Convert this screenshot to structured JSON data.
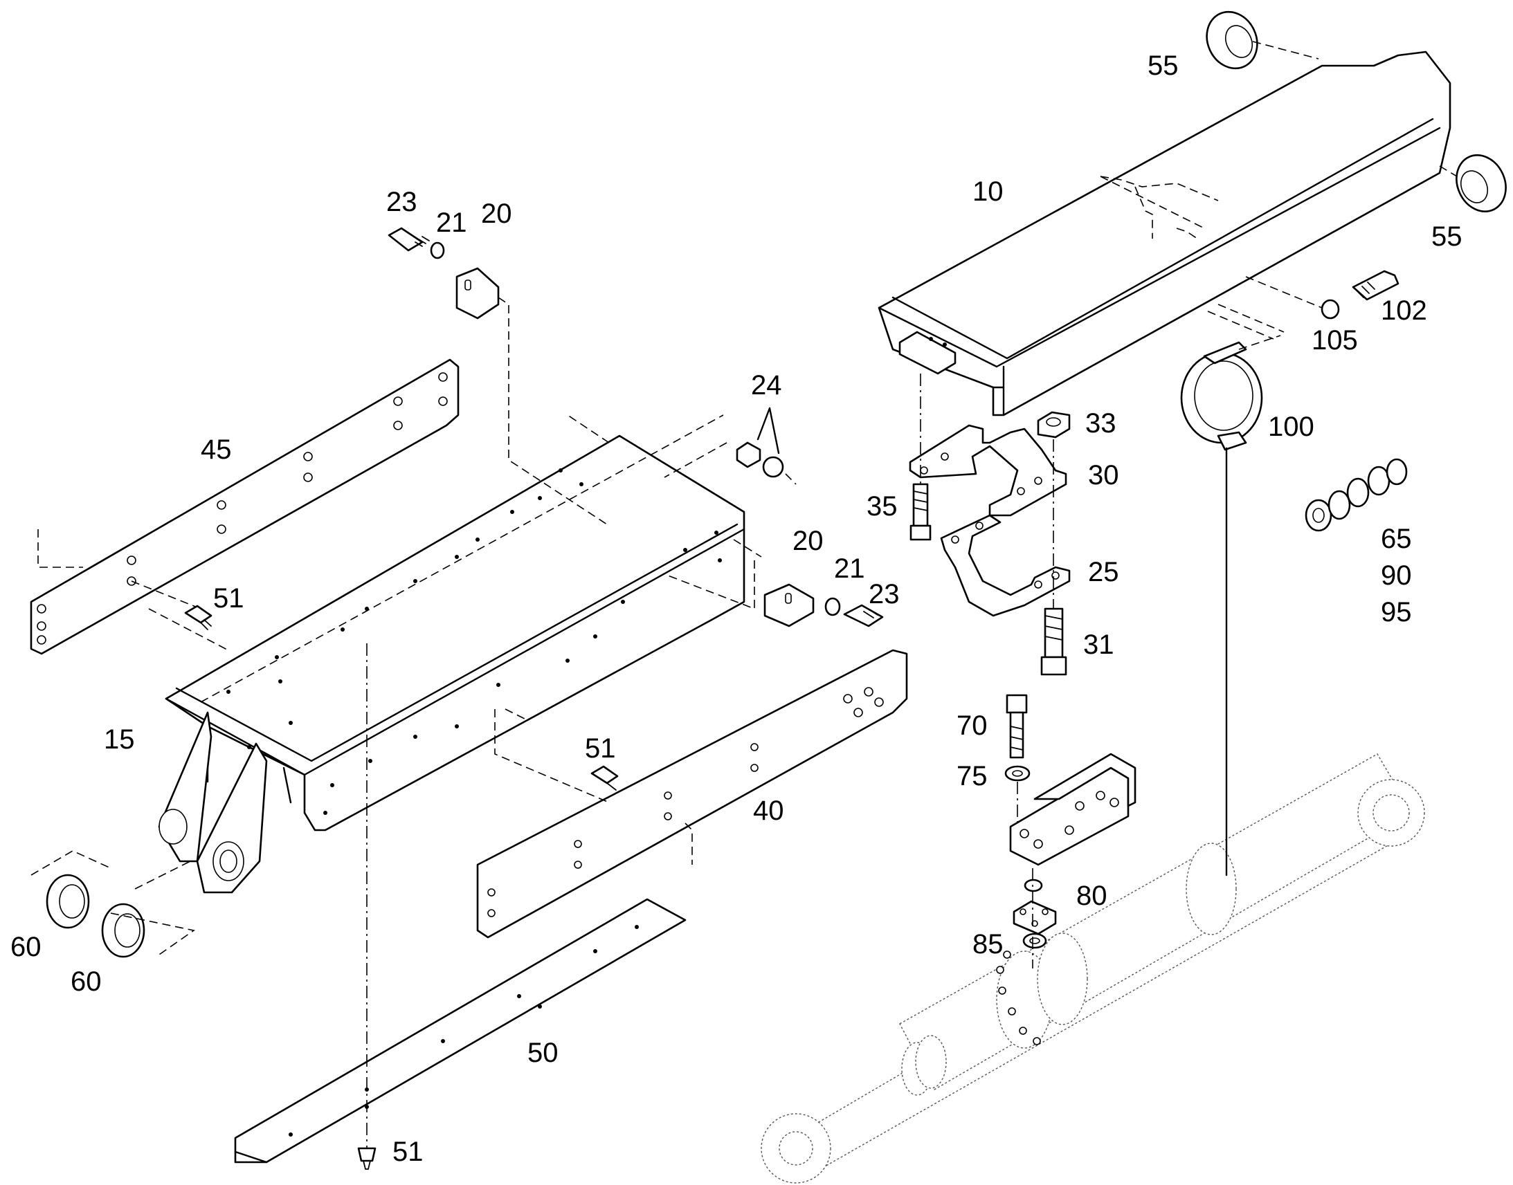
{
  "diagram": {
    "callouts": [
      {
        "id": "c10",
        "text": "10"
      },
      {
        "id": "c15",
        "text": "15"
      },
      {
        "id": "c20a",
        "text": "20"
      },
      {
        "id": "c20b",
        "text": "20"
      },
      {
        "id": "c21a",
        "text": "21"
      },
      {
        "id": "c21b",
        "text": "21"
      },
      {
        "id": "c23a",
        "text": "23"
      },
      {
        "id": "c23b",
        "text": "23"
      },
      {
        "id": "c24",
        "text": "24"
      },
      {
        "id": "c25",
        "text": "25"
      },
      {
        "id": "c30",
        "text": "30"
      },
      {
        "id": "c31",
        "text": "31"
      },
      {
        "id": "c33",
        "text": "33"
      },
      {
        "id": "c35",
        "text": "35"
      },
      {
        "id": "c40",
        "text": "40"
      },
      {
        "id": "c45",
        "text": "45"
      },
      {
        "id": "c50",
        "text": "50"
      },
      {
        "id": "c51a",
        "text": "51"
      },
      {
        "id": "c51b",
        "text": "51"
      },
      {
        "id": "c51c",
        "text": "51"
      },
      {
        "id": "c55a",
        "text": "55"
      },
      {
        "id": "c55b",
        "text": "55"
      },
      {
        "id": "c60a",
        "text": "60"
      },
      {
        "id": "c60b",
        "text": "60"
      },
      {
        "id": "c65",
        "text": "65"
      },
      {
        "id": "c70",
        "text": "70"
      },
      {
        "id": "c75",
        "text": "75"
      },
      {
        "id": "c80",
        "text": "80"
      },
      {
        "id": "c85",
        "text": "85"
      },
      {
        "id": "c90",
        "text": "90"
      },
      {
        "id": "c95",
        "text": "95"
      },
      {
        "id": "c100",
        "text": "100"
      },
      {
        "id": "c102",
        "text": "102"
      },
      {
        "id": "c105",
        "text": "105"
      }
    ]
  }
}
